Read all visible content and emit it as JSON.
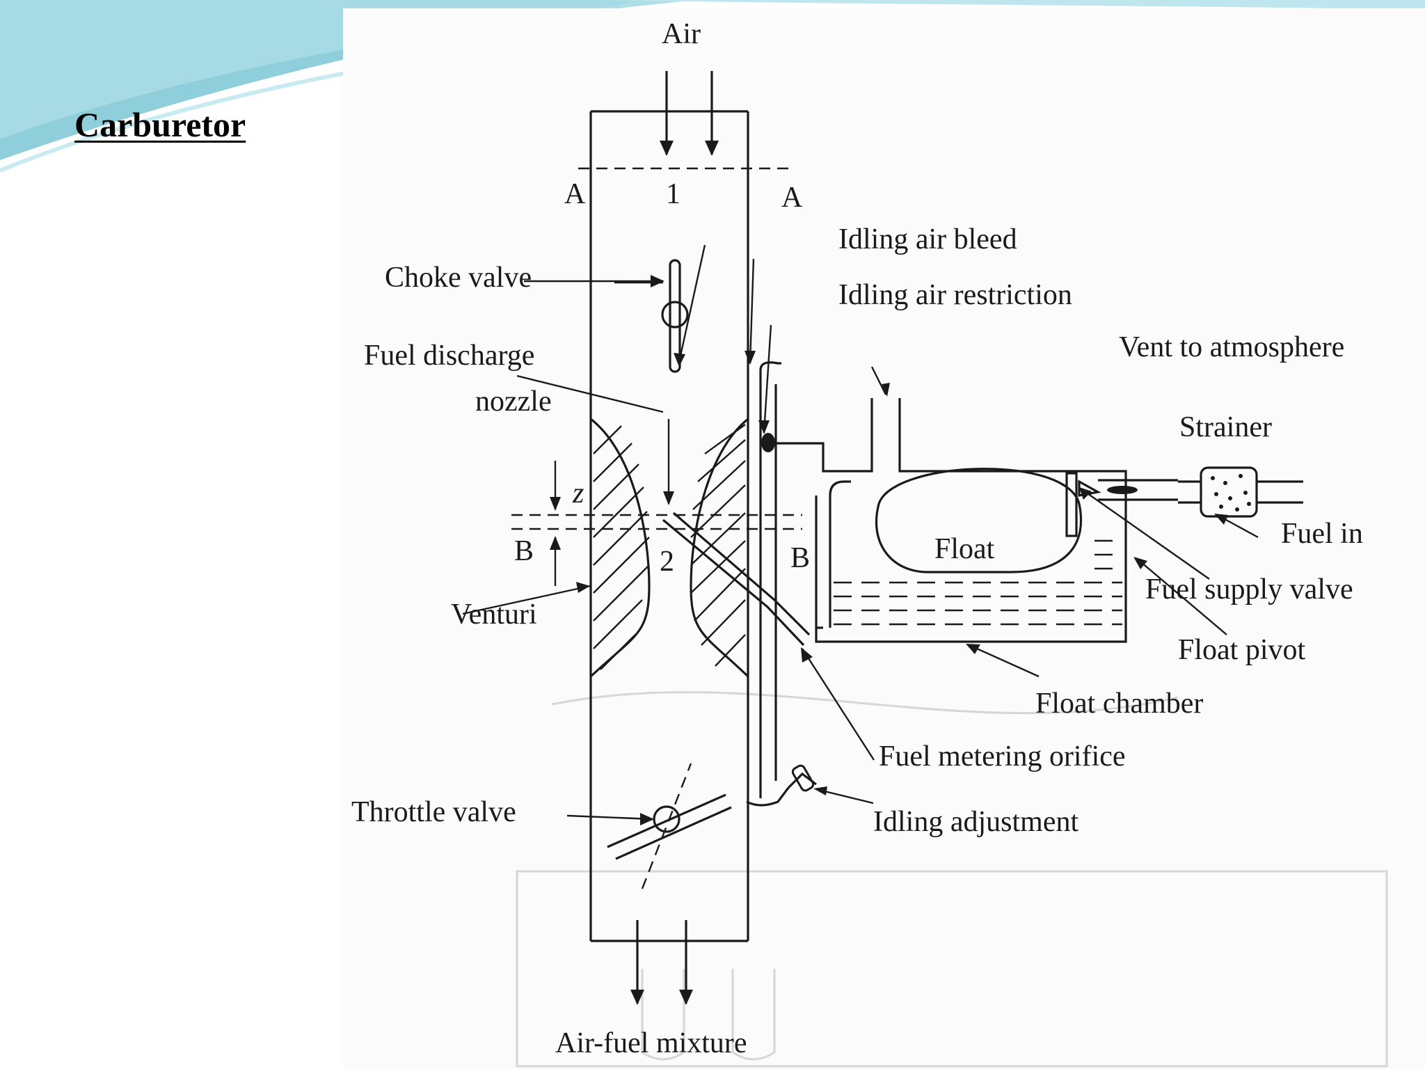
{
  "slide": {
    "title": "Carburetor",
    "colors": {
      "accent_teal": "#7fc7d6",
      "accent_light": "#bfe6ee",
      "background": "#ffffff"
    }
  },
  "diagram": {
    "labels": {
      "air": "Air",
      "section_a_left": "A",
      "section_a_right": "A",
      "station_1": "1",
      "choke_valve": "Choke valve",
      "idling_air_bleed": "Idling air bleed",
      "idling_air_restriction": "Idling air restriction",
      "fuel_discharge_nozzle_line1": "Fuel discharge",
      "fuel_discharge_nozzle_line2": "nozzle",
      "vent_to_atmosphere": "Vent to atmosphere",
      "strainer": "Strainer",
      "z": "z",
      "section_b_left": "B",
      "section_b_right": "B",
      "station_2": "2",
      "float": "Float",
      "fuel_in": "Fuel in",
      "fuel_supply_valve": "Fuel supply valve",
      "venturi": "Venturi",
      "float_pivot": "Float pivot",
      "float_chamber": "Float chamber",
      "fuel_metering_orifice": "Fuel metering orifice",
      "throttle_valve": "Throttle valve",
      "idling_adjustment": "Idling adjustment",
      "air_fuel_mixture": "Air-fuel mixture"
    }
  }
}
